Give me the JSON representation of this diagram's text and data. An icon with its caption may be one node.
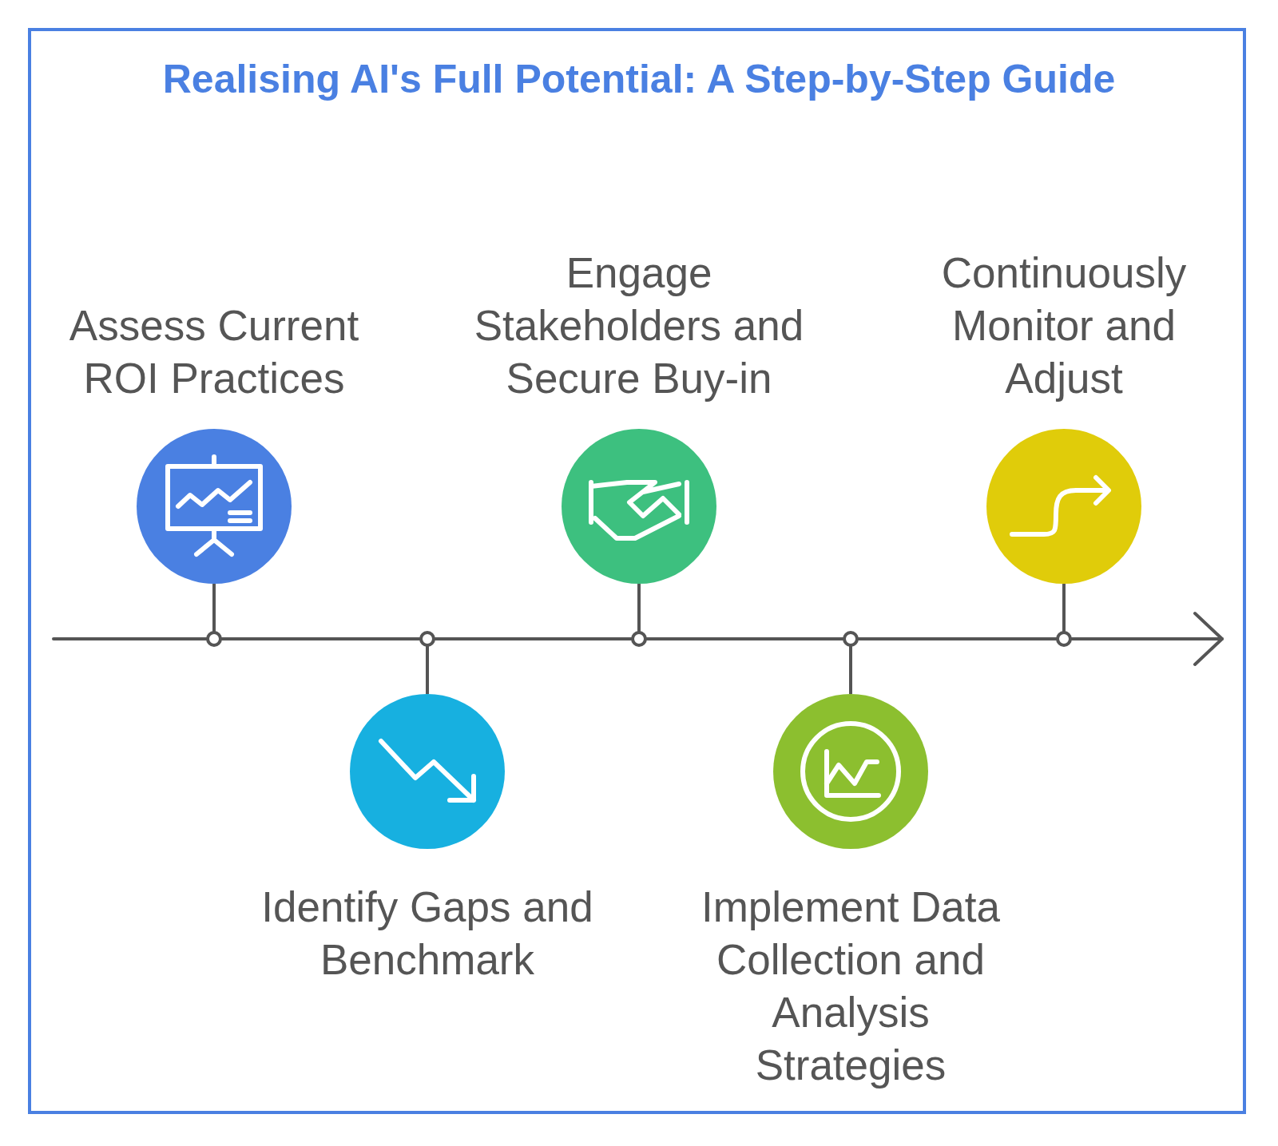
{
  "diagram": {
    "title": "Realising AI's Full Potential: A Step-by-Step Guide",
    "nodes": [
      {
        "text": [],
        "shape": "circle",
        "beside": [
          "Assess Current ROI Practices"
        ]
      },
      {
        "text": [],
        "shape": "circle",
        "beside": [
          "Identify Gaps and Benchmark"
        ]
      },
      {
        "text": [],
        "shape": "circle",
        "beside": [
          "Engage Stakeholders and Secure Buy-in"
        ]
      },
      {
        "text": [],
        "shape": "circle",
        "beside": [
          "Implement Data Collection and Analysis Strategies"
        ]
      },
      {
        "text": [],
        "shape": "circle",
        "beside": [
          "Continuously Monitor and Adjust"
        ]
      },
      {
        "text": [],
        "shape": "circle"
      },
      {
        "text": [],
        "shape": "circle"
      },
      {
        "text": [],
        "shape": "circle"
      },
      {
        "text": [],
        "shape": "circle"
      },
      {
        "text": [],
        "shape": "circle"
      }
    ],
    "edges": [
      {
        "from": 0,
        "to": 5,
        "arrow": "none"
      },
      {
        "from": 1,
        "to": 6,
        "arrow": "none"
      },
      {
        "from": 2,
        "to": 7,
        "arrow": "none"
      },
      {
        "from": 3,
        "to": 8,
        "arrow": "none"
      },
      {
        "from": 4,
        "to": 9,
        "arrow": "none"
      }
    ]
  }
}
